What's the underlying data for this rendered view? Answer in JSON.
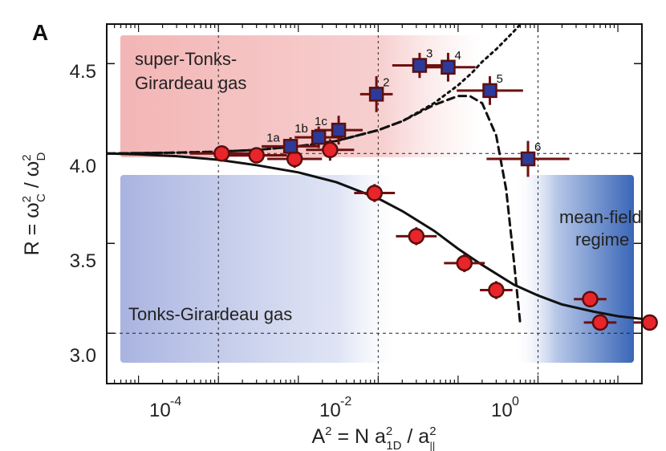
{
  "chart_data": {
    "type": "scatter",
    "panel_label": "A",
    "xscale": "log",
    "xlim": [
      4e-06,
      20
    ],
    "ylim": [
      2.72,
      4.72
    ],
    "x_tick_labels": [
      "10",
      "-4",
      "10",
      "-2",
      "10",
      "0"
    ],
    "x_ticks": [
      0.0001,
      0.01,
      1
    ],
    "y_ticks": [
      3.0,
      3.5,
      4.0,
      4.5
    ],
    "y_tick_labels": [
      "3.0",
      "3.5",
      "4.0",
      "4.5"
    ],
    "xlabel": {
      "main": "A",
      "sup1": "2",
      "mid": " = N a",
      "sup2": "2",
      "sub2": "1D",
      "slash": " / a",
      "sup3": "2",
      "sub3": "||"
    },
    "ylabel": {
      "main": "R = ω",
      "sup1": "2",
      "sub1": "C",
      "slash": " / ω",
      "sup2": "2",
      "sub2": "D"
    },
    "regions": [
      {
        "label_lines": [
          "super-Tonks-",
          "Girardeau gas"
        ],
        "color": "#f3b5b5"
      },
      {
        "label_lines": [
          "Tonks-Girardeau gas"
        ],
        "color": "#9aa6dc"
      },
      {
        "label_lines": [
          "mean-field",
          "regime"
        ],
        "color": "#3a66b8"
      }
    ],
    "series": [
      {
        "marker": "circle",
        "color": "#e8252a",
        "x": [
          0.00011,
          0.0003,
          0.0009,
          0.0025,
          0.009,
          0.03,
          0.12,
          0.3,
          4.5,
          6,
          25
        ],
        "y": [
          4.0,
          3.99,
          3.97,
          4.02,
          3.78,
          3.54,
          3.39,
          3.24,
          3.19,
          3.06,
          3.06
        ],
        "yerr": [
          0.04,
          0.04,
          0.05,
          0.06,
          0.05,
          0.05,
          0.05,
          0.05,
          0.04,
          0.04,
          0.04
        ],
        "xerr_factor": [
          2.5,
          2.4,
          2.2,
          2.0,
          1.8,
          1.8,
          1.8,
          1.6,
          1.6,
          1.6,
          1.6
        ]
      },
      {
        "marker": "square",
        "color": "#2c3a9a",
        "labels": [
          "1a",
          "1b",
          "1c",
          "2",
          "3",
          "4",
          "5",
          "6"
        ],
        "x": [
          0.0008,
          0.0018,
          0.0032,
          0.0095,
          0.033,
          0.075,
          0.25,
          0.75
        ],
        "y": [
          4.04,
          4.09,
          4.13,
          4.33,
          4.49,
          4.48,
          4.35,
          3.97
        ],
        "yerr": [
          0.05,
          0.06,
          0.08,
          0.1,
          0.07,
          0.08,
          0.08,
          0.1
        ],
        "xerr_factor": [
          2.3,
          2.0,
          2.0,
          1.6,
          2.2,
          2.2,
          2.6,
          3.3
        ]
      }
    ],
    "curves": [
      {
        "style": "solid",
        "x": [
          4e-06,
          1e-05,
          3e-05,
          0.0001,
          0.0003,
          0.001,
          0.003,
          0.01,
          0.02,
          0.05,
          0.1,
          0.2,
          0.5,
          1,
          2,
          5,
          10,
          20
        ],
        "y": [
          4.0,
          3.995,
          3.985,
          3.965,
          3.935,
          3.895,
          3.84,
          3.75,
          3.68,
          3.57,
          3.47,
          3.38,
          3.27,
          3.21,
          3.16,
          3.12,
          3.095,
          3.08
        ]
      },
      {
        "style": "dashed",
        "x": [
          4e-06,
          3e-05,
          0.0001,
          0.0003,
          0.001,
          0.003,
          0.01,
          0.02,
          0.05,
          0.1,
          0.14,
          0.2,
          0.3,
          0.4,
          0.5,
          0.6
        ],
        "y": [
          4.0,
          4.005,
          4.01,
          4.02,
          4.04,
          4.07,
          4.13,
          4.18,
          4.27,
          4.32,
          4.32,
          4.28,
          4.1,
          3.8,
          3.4,
          3.05
        ]
      },
      {
        "style": "dotted",
        "x": [
          4e-06,
          3e-05,
          0.0001,
          0.0003,
          0.001,
          0.003,
          0.01,
          0.02,
          0.05,
          0.1,
          0.15,
          0.2,
          0.3,
          0.5,
          0.8
        ],
        "y": [
          4.0,
          4.005,
          4.01,
          4.02,
          4.04,
          4.07,
          4.13,
          4.18,
          4.28,
          4.38,
          4.45,
          4.51,
          4.58,
          4.68,
          4.78
        ]
      }
    ],
    "ref_lines": {
      "x": [
        0.0001,
        0.01,
        1
      ],
      "y": [
        3.0,
        4.0
      ]
    }
  }
}
